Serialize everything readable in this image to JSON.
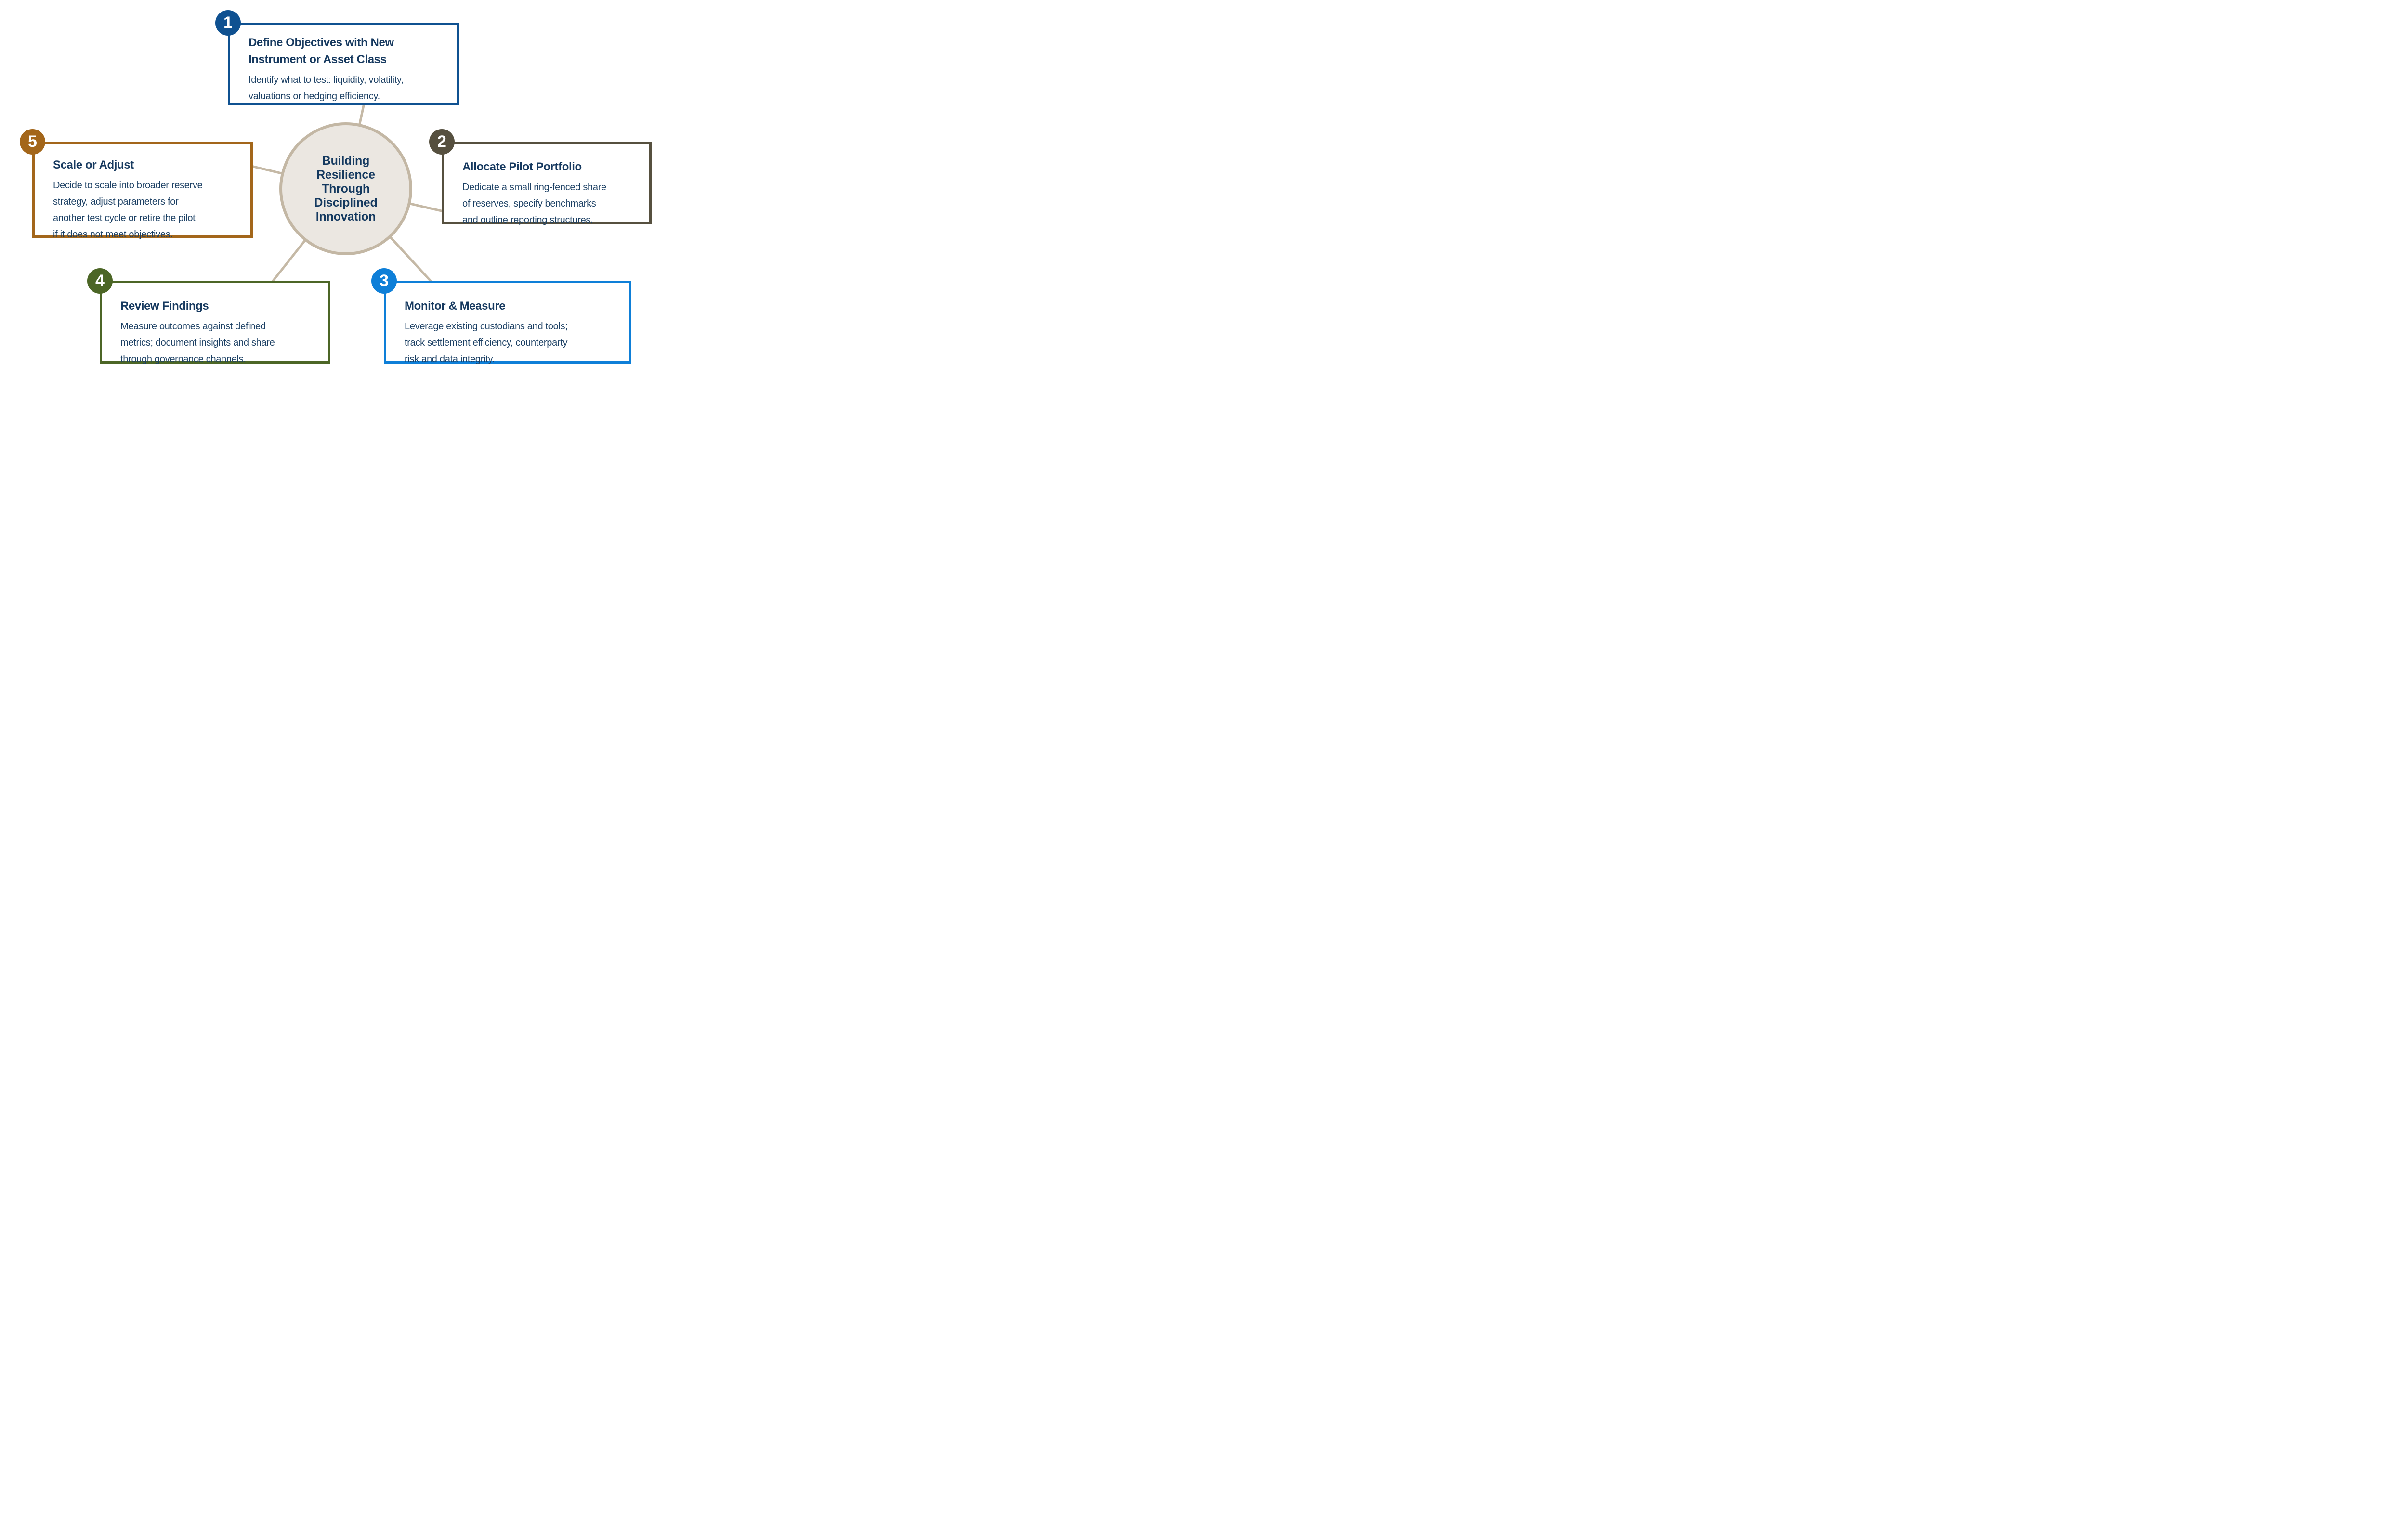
{
  "center": {
    "title": "Building\nResilience\nThrough\nDisciplined\nInnovation"
  },
  "steps": [
    {
      "number": "1",
      "title": "Define Objectives with New\nInstrument or Asset Class",
      "description": "Identify what to test: liquidity, volatility,\nvaluations or hedging efficiency.",
      "accent": "#0F5191"
    },
    {
      "number": "2",
      "title": "Allocate Pilot Portfolio",
      "description": "Dedicate a small ring-fenced share\nof reserves, specify benchmarks\nand outline reporting structures.",
      "accent": "#56503F"
    },
    {
      "number": "3",
      "title": "Monitor & Measure",
      "description": "Leverage existing custodians and tools;\ntrack settlement efficiency, counterparty\nrisk and data integrity.",
      "accent": "#0E7FD8"
    },
    {
      "number": "4",
      "title": "Review Findings",
      "description": "Measure outcomes against defined\nmetrics; document insights and share\nthrough governance channels.",
      "accent": "#4C6626"
    },
    {
      "number": "5",
      "title": "Scale or Adjust",
      "description": "Decide to scale into broader reserve\nstrategy, adjust parameters for\nanother test cycle or retire the pilot\nif it does not meet objectives.",
      "accent": "#A3661A"
    }
  ],
  "colors": {
    "background": "#FFFFFF",
    "text_navy": "#16395F",
    "circle_fill": "#EBE7E1",
    "circle_border": "#C3B7A4",
    "connector": "#C5B9A6"
  }
}
